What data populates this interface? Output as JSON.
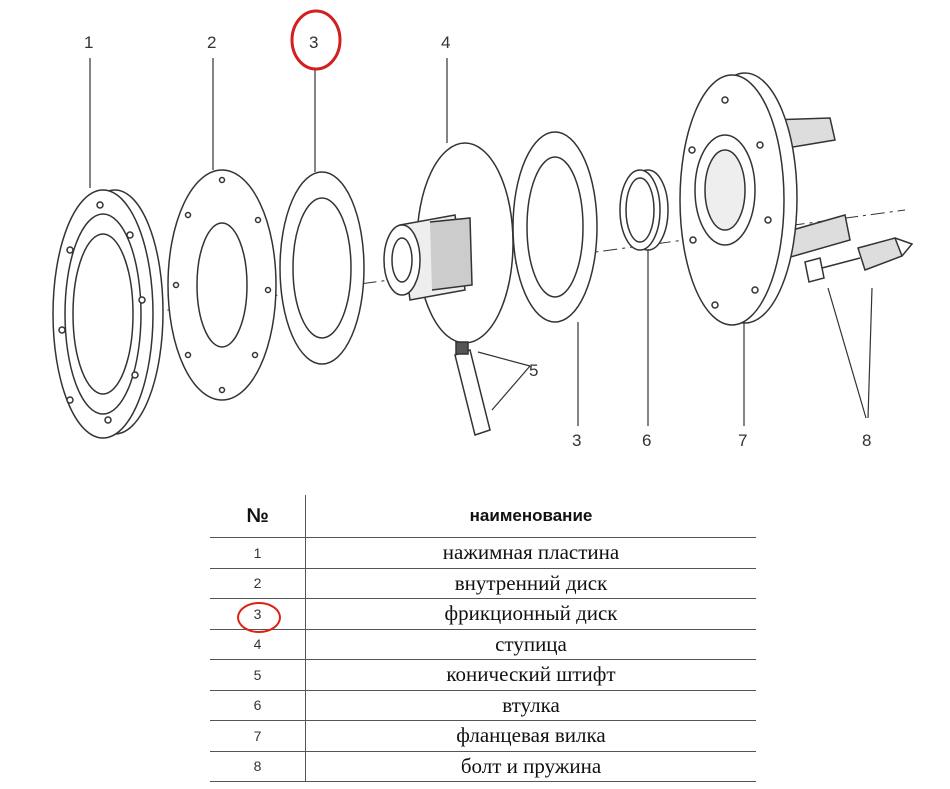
{
  "diagram": {
    "labels": {
      "p1": "1",
      "p2": "2",
      "p3": "3",
      "p4": "4",
      "p5": "5",
      "p3b": "3",
      "p6": "6",
      "p7": "7",
      "p8": "8"
    },
    "highlight_color": "#d21f1f"
  },
  "table": {
    "header_no": "№",
    "header_name": "наименование",
    "rows": [
      {
        "no": "1",
        "name": "нажимная пластина"
      },
      {
        "no": "2",
        "name": "внутренний диск"
      },
      {
        "no": "3",
        "name": "фрикционный диск"
      },
      {
        "no": "4",
        "name": "ступица"
      },
      {
        "no": "5",
        "name": "конический штифт"
      },
      {
        "no": "6",
        "name": "втулка"
      },
      {
        "no": "7",
        "name": "фланцевая вилка"
      },
      {
        "no": "8",
        "name": "болт и пружина"
      }
    ]
  }
}
